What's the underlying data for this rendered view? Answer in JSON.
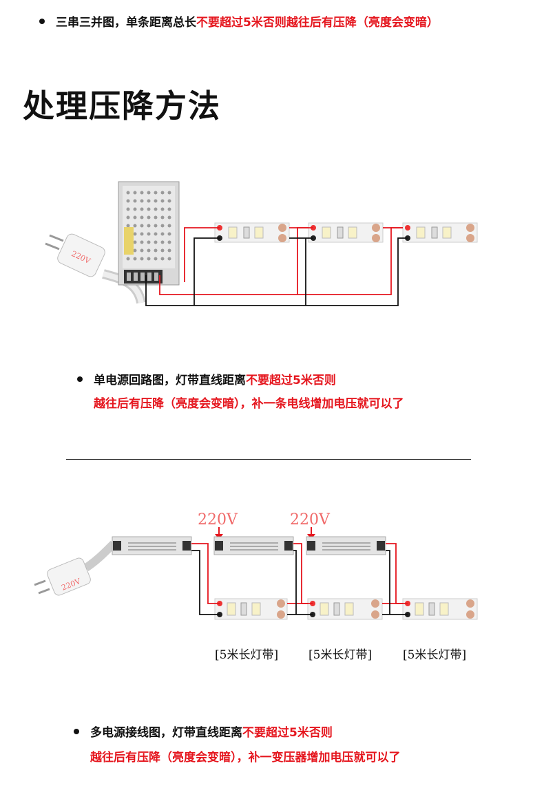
{
  "top_note": {
    "prefix": "三串三并图，单条距离总长",
    "highlight": "不要超过5米否则越往后有压降（亮度会变暗）"
  },
  "section_title": "处理压降方法",
  "diagram1": {
    "plug_label": "220V"
  },
  "note1": {
    "prefix": "单电源回路图，灯带直线距离",
    "highlight_line1": "不要超过5米否则",
    "highlight_line2": "越往后有压降（亮度会变暗），补一条电线增加电压就可以了"
  },
  "diagram2": {
    "plug_label": "220V",
    "input_labels": [
      "220V",
      "220V"
    ],
    "strip_labels": [
      "[5米长灯带]",
      "[5米长灯带]",
      "[5米长灯带]"
    ]
  },
  "note2": {
    "prefix": "多电源接线图，灯带直线距离",
    "highlight_line1": "不要超过5米否则",
    "highlight_line2": "越往后有压降（亮度会变暗），补一变压器增加电压就可以了"
  },
  "colors": {
    "accent_red": "#e5161e",
    "label_red": "#f06a6a",
    "wire_black": "#111111"
  }
}
